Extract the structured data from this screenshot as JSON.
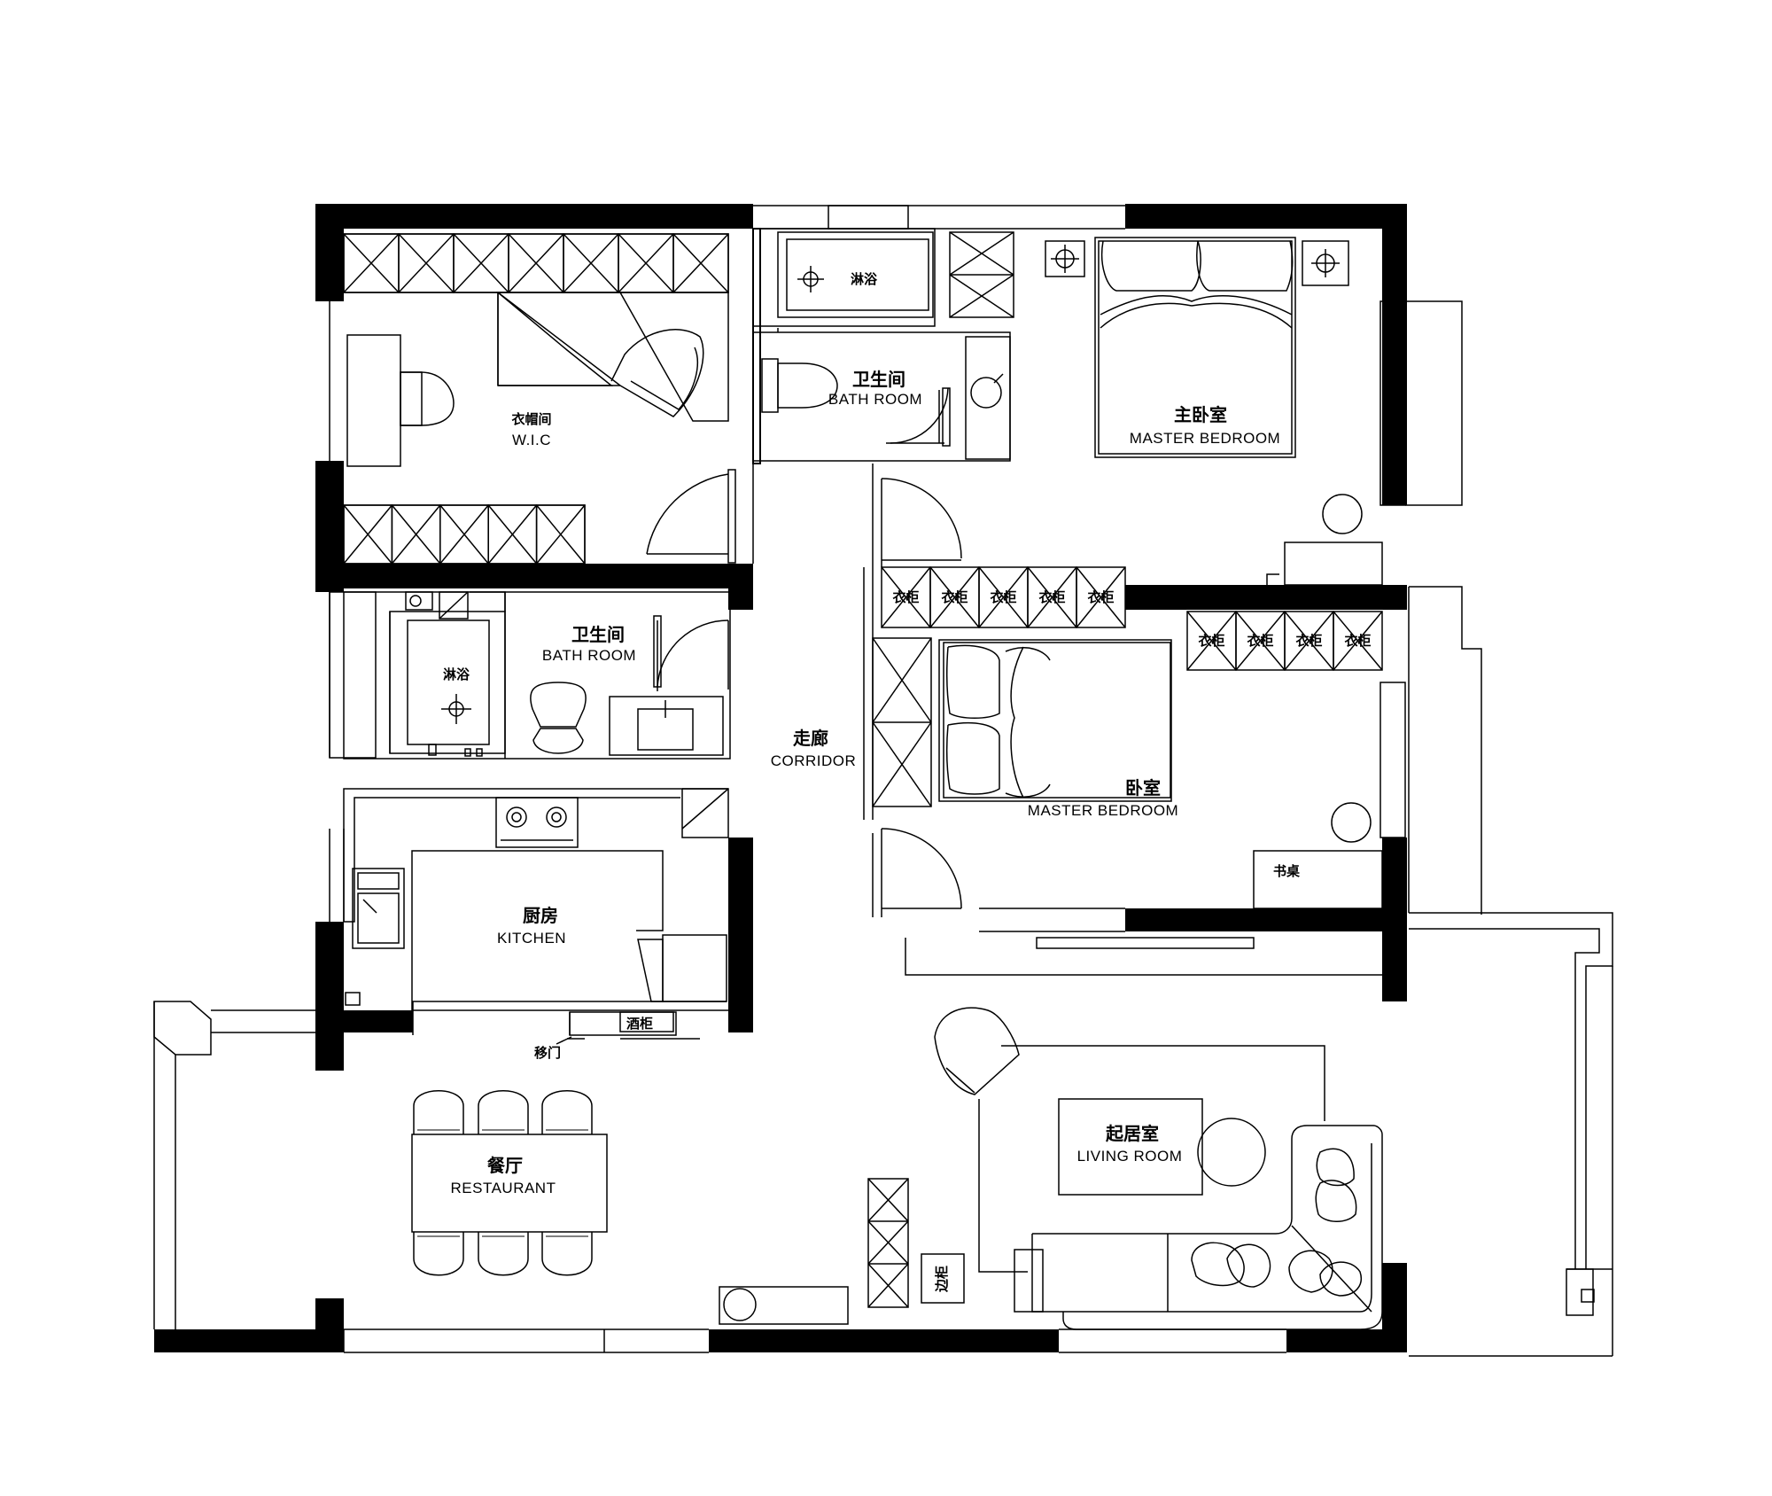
{
  "rooms": {
    "wic": {
      "zh": "衣帽间",
      "en": "W.I.C"
    },
    "bath_top": {
      "zh": "卫生间",
      "en": "BATH ROOM",
      "shower": "淋浴"
    },
    "master_bedroom": {
      "zh": "主卧室",
      "en": "MASTER BEDROOM"
    },
    "bath_left": {
      "zh": "卫生间",
      "en": "BATH ROOM",
      "shower": "淋浴"
    },
    "corridor": {
      "zh": "走廊",
      "en": "CORRIDOR"
    },
    "bedroom": {
      "zh": "卧室",
      "en": "MASTER BEDROOM",
      "desk": "书桌"
    },
    "kitchen": {
      "zh": "厨房",
      "en": "KITCHEN",
      "wine_cabinet": "酒柜",
      "sliding": "移门"
    },
    "restaurant": {
      "zh": "餐厅",
      "en": "RESTAURANT"
    },
    "living": {
      "zh": "起居室",
      "en": "LIVING ROOM",
      "side_cabinet": "边柜"
    }
  },
  "wardrobe_label": "衣柜",
  "colors": {
    "wall": "#000000",
    "line": "#000000",
    "background": "#ffffff"
  }
}
